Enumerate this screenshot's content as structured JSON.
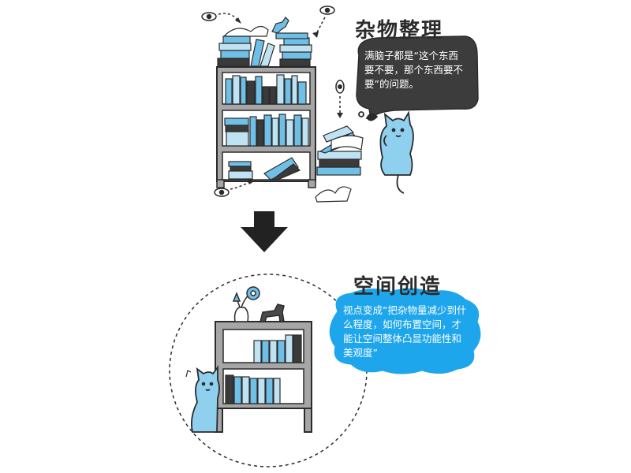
{
  "top_section": {
    "title": "杂物整理",
    "bubble_text": "满脑子都是“这个东西要不要，那个东西要不要”的问题。"
  },
  "bottom_section": {
    "title": "空间创造",
    "bubble_text": "视点变成“把杂物量减少到什么程度，如何布置空间，才能让空间整体凸显功能性和美观度”"
  },
  "colors": {
    "book_blue": "#6fbfe6",
    "book_light": "#bfe3f3",
    "book_dark": "#3a3a3a",
    "shelf_gray": "#9a9a9a",
    "bubble_top": "#3c3c3c",
    "bubble_bottom": "#1ea6ec",
    "ink": "#2b2b2b"
  },
  "icons": [
    "eye-icon",
    "down-arrow-icon",
    "cat-illustration",
    "flower-vase-icon",
    "dog-figurine-icon"
  ]
}
